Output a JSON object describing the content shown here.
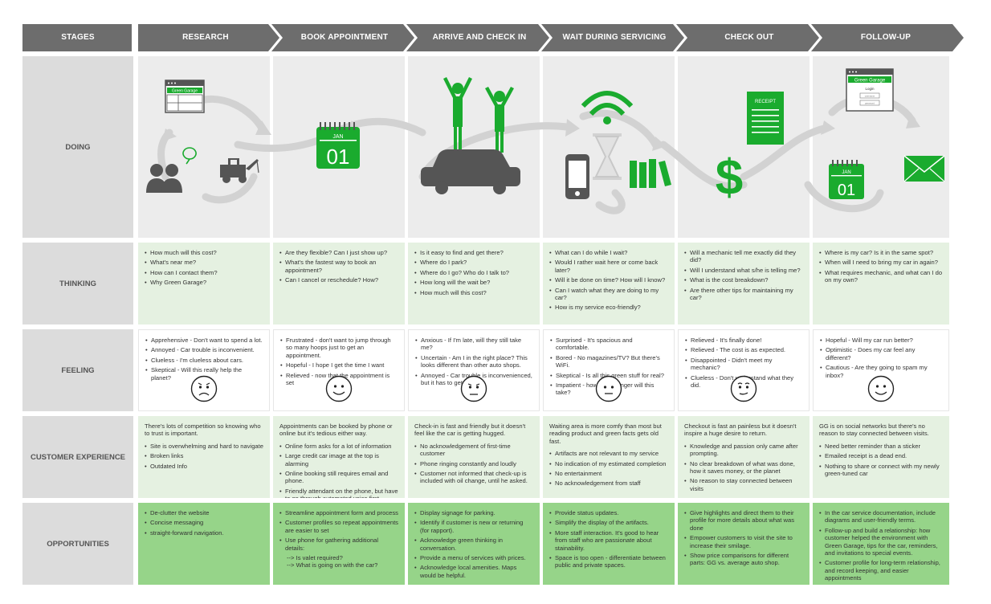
{
  "stages": [
    {
      "label": "STAGES"
    },
    {
      "label": "RESEARCH"
    },
    {
      "label": "BOOK APPOINTMENT"
    },
    {
      "label": "ARRIVE AND CHECK IN"
    },
    {
      "label": "WAIT DURING SERVICING"
    },
    {
      "label": "CHECK OUT"
    },
    {
      "label": "FOLLOW-UP"
    }
  ],
  "rows": {
    "doing": "DOING",
    "thinking": "THINKING",
    "feeling": "FEELING",
    "cx": "CUSTOMER EXPERIENCE",
    "opportunities": "OPPORTUNITIES"
  },
  "colors": {
    "green": "#1aab2e",
    "dark_gray": "#5f5f5f",
    "stage_bar": "#6d6d6d",
    "opp_green": "#96d489"
  },
  "doing": {
    "research_browser_label": "Green Garage",
    "calendar_month": "JAN",
    "calendar_day": "01",
    "receipt_label": "RECEIPT",
    "dollar": "$",
    "followup_browser_title": "Green Garage",
    "followup_login": "Login",
    "followup_username": "username",
    "followup_password": "password",
    "followup_calendar_month": "JAN",
    "followup_calendar_day": "01"
  },
  "thinking": [
    [
      "How much will this cost?",
      "What's near me?",
      "How can I contact them?",
      "Why Green Garage?"
    ],
    [
      "Are they flexible? Can I just show up?",
      "What's the fastest way to book an appointment?",
      "Can I cancel or reschedule? How?"
    ],
    [
      "Is it easy to find and get there?",
      "Where do I park?",
      "Where do I go? Who do I talk to?",
      "How long will the wait be?",
      "How much will this cost?"
    ],
    [
      "What can I do while I wait?",
      "Would I rather wait here or come back later?",
      "Will it be done on time? How will I know?",
      "Can I watch what they are doing to my car?",
      "How is my service eco-friendly?"
    ],
    [
      "Will a mechanic tell me exactly did they did?",
      "Will I understand what s/he is telling me?",
      "What is the cost breakdown?",
      "Are there other tips for maintaining my car?"
    ],
    [
      "Where is my car? Is it in the same spot?",
      "When will I need to bring my car in again?",
      "What requires mechanic, and what can I do on my own?"
    ]
  ],
  "feeling": [
    [
      "Apprehensive - Don't want to spend a lot.",
      "Annoyed - Car trouble is inconvenient.",
      "Clueless - I'm clueless about cars.",
      "Skeptical - Will this really help the planet?"
    ],
    [
      "Frustrated - don't want to jump through so many hoops just to get an appointment.",
      "Hopeful - I hope I get the time I want",
      "Relieved - now that the appointment is set"
    ],
    [
      "Anxious - If I'm late, will they still take me?",
      "Uncertain - Am I in the right place? This looks different than other auto shops.",
      "Annoyed - Car trouble is inconvenienced, but it has to get done."
    ],
    [
      "Surprised - It's spacious and comfortable.",
      "Bored - No magazines/TV? But there's WiFi.",
      "Skeptical - Is all this green stuff for real?",
      "Impatient - how much longer will this take?"
    ],
    [
      "Relieved - It's finally done!",
      "Relieved - The cost is as expected.",
      "Disappointed - Didn't meet my mechanic?",
      "Clueless - Don't understand what they did."
    ],
    [
      "Hopeful - Will my car run better?",
      "Optimistic - Does my car feel any different?",
      "Cautious - Are they going to spam my inbox?"
    ]
  ],
  "cx": [
    {
      "intro": "There's lots of competition so knowing who to trust is important.",
      "items": [
        "Site is overwhelming and hard to navigate",
        "Broken links",
        "Outdated Info"
      ]
    },
    {
      "intro": "Appointments can be booked by phone or online but it's tedious either way.",
      "items": [
        "Online form asks for a lot of information",
        "Large credit car image at the top is alarming",
        "Online booking still requires email and phone.",
        "Friendly attendant on the phone, but have to go through automated voice first."
      ]
    },
    {
      "intro": "Check-in is fast and friendly but it doesn't feel like the car is getting hugged.",
      "items": [
        "No acknowledgement of first-time customer",
        "Phone ringing constantly and loudly",
        "Customer not informed that check-up is included with oil change, until he asked."
      ]
    },
    {
      "intro": "Waiting area is more comfy than most but reading product and green facts gets old fast.",
      "items": [
        "Artifacts are not relevant to my service",
        "No indication of my estimated completion",
        "No entertainment",
        "No acknowledgement from staff"
      ]
    },
    {
      "intro": "Checkout is fast an painless but it doesn't inspire a huge desire to return.",
      "items": [
        "Knowledge and passion only came after prompting.",
        "No clear breakdown of what was done, how it saves money, or the planet",
        "No reason to stay connected between visits"
      ]
    },
    {
      "intro": "GG is on social networks but there's no reason to stay connected between visits.",
      "items": [
        "Need better reminder than a sticker",
        "Emailed receipt is a dead end.",
        "Nothing to share or connect with my newly green-tuned car"
      ]
    }
  ],
  "opportunities": [
    [
      "De-clutter the website",
      "Concise messaging",
      "straight-forward navigation."
    ],
    [
      "Streamline appointment form and process",
      "Customer profiles so repeat appointments are easier to set",
      "Use phone for gathering additional details:",
      "--> Is valet required?",
      "--> What is going on with the car?"
    ],
    [
      "Display signage for parking.",
      "Identify if customer is new or returning (for rapport).",
      "Acknowledge green thinking in conversation.",
      "Provide a menu of services with prices.",
      "Acknowledge local amenities. Maps would be helpful."
    ],
    [
      "Provide status updates.",
      "Simplify the display of the artifacts.",
      "More staff interaction. It's good to hear from staff who are passionate about stainability.",
      "Space is too open - differentiate between public and private spaces."
    ],
    [
      "Give highlights and direct them to their profile for more details about what was done",
      "Empower customers to visit the site to increase their smilage.",
      "Show price comparisons for different parts: GG vs. average auto shop."
    ],
    [
      "In the car service documentation, include diagrams and user-friendly terms.",
      "Follow-up and build a relationship: how customer helped the environment with Green Garage, tips for the car, reminders, and invitations to special events.",
      "Customer profile for long-term relationship, and record keeping, and easier appointments"
    ]
  ]
}
